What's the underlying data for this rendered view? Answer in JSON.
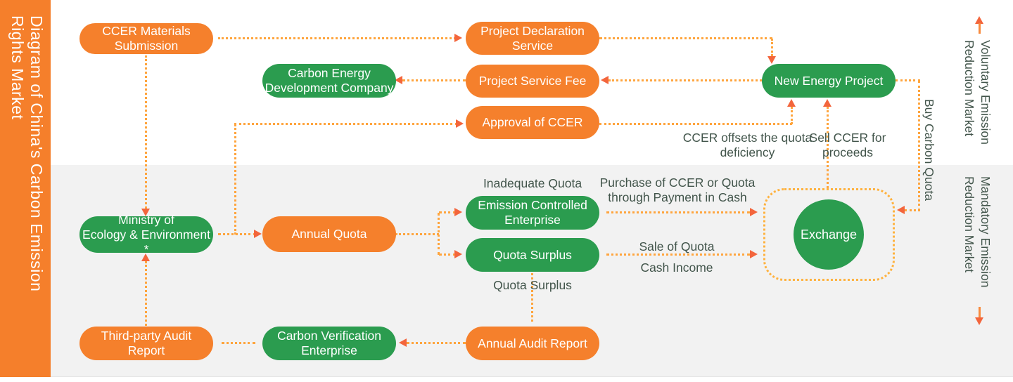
{
  "sidebar": {
    "title_lines": [
      "Diagram of China's Carbon Emission",
      "Rights Market"
    ]
  },
  "sections": {
    "voluntary": {
      "label_lines": [
        "Voluntary Emission",
        "Reduction Market"
      ]
    },
    "mandatory": {
      "label_lines": [
        "Mandatory Emission",
        "Reduction Market"
      ]
    }
  },
  "nodes": {
    "ccer_materials_submission": {
      "label": "CCER Materials\nSubmission",
      "type": "orange"
    },
    "project_declaration_service": {
      "label": "Project Declaration\nService",
      "type": "orange"
    },
    "carbon_energy_development_company": {
      "label": "Carbon Energy\nDevelopment Company",
      "type": "green"
    },
    "project_service_fee": {
      "label": "Project Service Fee",
      "type": "orange"
    },
    "approval_of_ccer": {
      "label": "Approval of CCER",
      "type": "orange"
    },
    "new_energy_project": {
      "label": "New Energy Project",
      "type": "green"
    },
    "ministry_of_ecology": {
      "label": "Ministry of\nEcology & Environment *",
      "type": "green"
    },
    "annual_quota": {
      "label": "Annual Quota",
      "type": "orange"
    },
    "emission_controlled_enterprise": {
      "label": "Emission Controlled\nEnterprise",
      "type": "green"
    },
    "quota_surplus": {
      "label": "Quota Surplus",
      "type": "green"
    },
    "exchange": {
      "label": "Exchange",
      "type": "green"
    },
    "third_party_audit_report": {
      "label": "Third-party Audit\nReport",
      "type": "orange"
    },
    "carbon_verification_enterprise": {
      "label": "Carbon Verification\nEnterprise",
      "type": "green"
    },
    "annual_audit_report": {
      "label": "Annual Audit Report",
      "type": "orange"
    }
  },
  "labels": {
    "ccer_offsets": "CCER offsets the quota\ndeficiency",
    "sell_ccer": "Sell CCER for\nproceeds",
    "buy_carbon_quota": "Buy Carbon Quota",
    "inadequate_quota": "Inadequate Quota",
    "purchase_of_ccer": "Purchase of CCER or Quota\nthrough Payment in Cash",
    "sale_of_quota": "Sale of Quota",
    "cash_income": "Cash Income",
    "quota_surplus_flow": "Quota Surplus"
  },
  "colors": {
    "orange_node": "#f5802c",
    "green_node": "#2b9c4f",
    "sidebar_bg": "#f57f2b",
    "dotted_line": "#ffa53e",
    "arrowhead": "#f3653c",
    "label_text": "#42554b",
    "mandatory_band_bg": "#f2f2f2"
  }
}
